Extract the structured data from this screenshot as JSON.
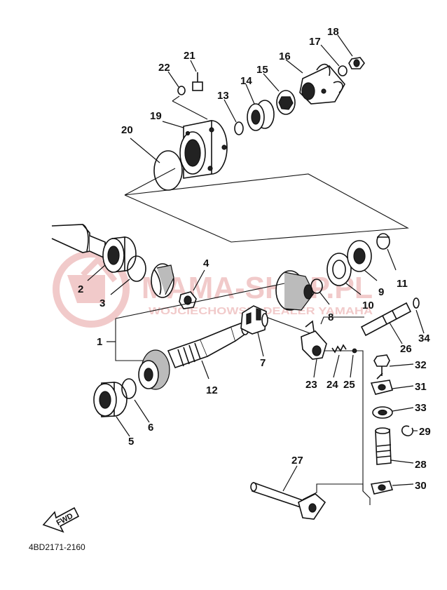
{
  "diagram": {
    "part_numbers": [
      "1",
      "2",
      "3",
      "4",
      "5",
      "6",
      "7",
      "8",
      "9",
      "10",
      "11",
      "12",
      "13",
      "14",
      "15",
      "16",
      "17",
      "18",
      "19",
      "20",
      "21",
      "22",
      "23",
      "24",
      "25",
      "26",
      "27",
      "28",
      "29",
      "30",
      "31",
      "32",
      "33",
      "34"
    ],
    "drawing_code": "4BD2171-2160",
    "fwd_label": "FWD",
    "watermark": {
      "line1": "MAMA-SHOP.PL",
      "line2": "WOJCIECHOWSKI DEALER YAMAHA",
      "color": "#e7a0a0"
    }
  }
}
